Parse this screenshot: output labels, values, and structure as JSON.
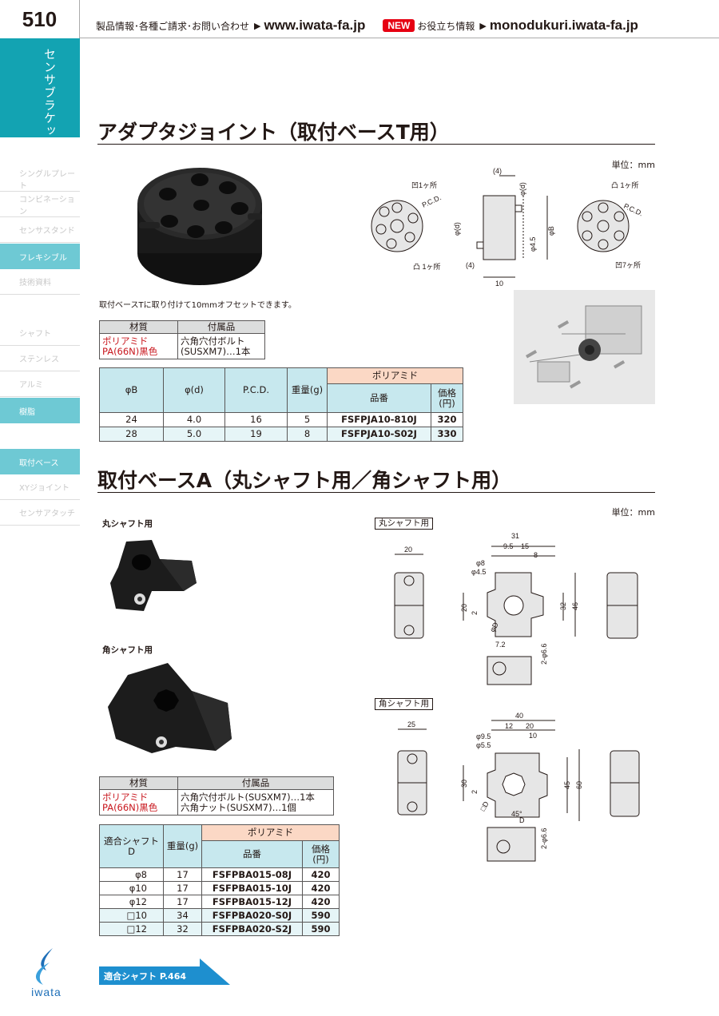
{
  "page_number": "510",
  "header": {
    "info_text": "製品情報･各種ご請求･お問い合わせ",
    "main_url": "www.iwata-fa.jp",
    "new_badge": "NEW",
    "tips_text": "お役立ち情報",
    "tips_url": "monodukuri.iwata-fa.jp"
  },
  "sidebar": {
    "category": "センサブラケット",
    "items": [
      {
        "label": "シングルプレート"
      },
      {
        "label": "コンビネーション"
      },
      {
        "label": "センサスタンド"
      },
      {
        "label": "フレキシブル"
      },
      {
        "label": "技術資料"
      },
      {
        "label": "シャフト"
      },
      {
        "label": "ステンレス"
      },
      {
        "label": "アルミ"
      },
      {
        "label": "樹脂"
      },
      {
        "label": "取付ベース"
      },
      {
        "label": "XYジョイント"
      },
      {
        "label": "センサアタッチ"
      }
    ]
  },
  "section1": {
    "title": "アダプタジョイント（取付ベースT用）",
    "unit": "単位：mm",
    "description": "取付ベースTに取り付けて10mmオフセットできます。",
    "drawing_notes": {
      "recess": "凹1ヶ所",
      "boss": "凸 1ヶ所",
      "boss_right": "凸 1ヶ所",
      "recess_7": "凹7ヶ所",
      "pcd": "P.C.D.",
      "dim_4_top": "(4)",
      "dim_4_bottom": "(4)",
      "dim_10": "10",
      "dim_d": "φ(d)",
      "dim_b": "φB",
      "dim_45": "φ4.5"
    },
    "spec_table": {
      "headers": [
        "材質",
        "付属品"
      ],
      "material": [
        "ポリアミド",
        "PA(66N)黒色"
      ],
      "accessories": [
        "六角穴付ボルト",
        "(SUSXM7)…1本"
      ]
    },
    "price_table": {
      "group_header": "ポリアミド",
      "headers": [
        "φB",
        "φ(d)",
        "P.C.D.",
        "重量(g)",
        "品番",
        "価格",
        "(円)"
      ],
      "rows": [
        [
          "24",
          "4.0",
          "16",
          "5",
          "FSFPJA10-810J",
          "320"
        ],
        [
          "28",
          "5.0",
          "19",
          "8",
          "FSFPJA10-S02J",
          "330"
        ]
      ]
    }
  },
  "section2": {
    "title": "取付ベースA（丸シャフト用／角シャフト用）",
    "unit": "単位：mm",
    "label_round": "丸シャフト用",
    "label_square": "角シャフト用",
    "drawing_label_round": "丸シャフト用",
    "drawing_label_square": "角シャフト用",
    "round_dims": {
      "w20": "20",
      "d31": "31",
      "d95": "9.5",
      "d15": "15",
      "d8": "8",
      "phi8": "φ8",
      "phi45": "φ4.5",
      "h20": "20",
      "h2": "2",
      "h32": "32",
      "h46": "46",
      "phiD": "φD",
      "d72": "7.2",
      "phi66": "2-φ6.6"
    },
    "square_dims": {
      "w25": "25",
      "d40": "40",
      "d12": "12",
      "d20": "20",
      "d10": "10",
      "phi95": "φ9.5",
      "phi55": "φ5.5",
      "h30": "30",
      "h2": "2",
      "h45": "45",
      "h60": "60",
      "sqD": "□D",
      "deg45": "45°",
      "d_label": "D",
      "phi66": "2-φ6.6"
    },
    "spec_table": {
      "headers": [
        "材質",
        "付属品"
      ],
      "material": [
        "ポリアミド",
        "PA(66N)黒色"
      ],
      "accessories": [
        "六角穴付ボルト(SUSXM7)…1本",
        "六角ナット(SUSXM7)…1個"
      ]
    },
    "price_table": {
      "group_header": "ポリアミド",
      "headers": [
        "適合シャフト",
        "D",
        "重量(g)",
        "品番",
        "価格",
        "(円)"
      ],
      "rows": [
        [
          "φ8",
          "17",
          "FSFPBA015-08J",
          "420"
        ],
        [
          "φ10",
          "17",
          "FSFPBA015-10J",
          "420"
        ],
        [
          "φ12",
          "17",
          "FSFPBA015-12J",
          "420"
        ],
        [
          "□10",
          "34",
          "FSFPBA020-S0J",
          "590"
        ],
        [
          "□12",
          "32",
          "FSFPBA020-S2J",
          "590"
        ]
      ]
    },
    "reference": "適合シャフト P.464"
  },
  "logo": "iwata",
  "colors": {
    "accent_teal": "#13a3b2",
    "sidebar_active": "#6ec9d4",
    "table_blue": "#c7e8ee",
    "table_orange": "#fbd8c5",
    "material_red": "#c8161d",
    "new_red": "#e60012",
    "banner_blue": "#1e8fcf",
    "logo_blue": "#1e6fb8"
  }
}
